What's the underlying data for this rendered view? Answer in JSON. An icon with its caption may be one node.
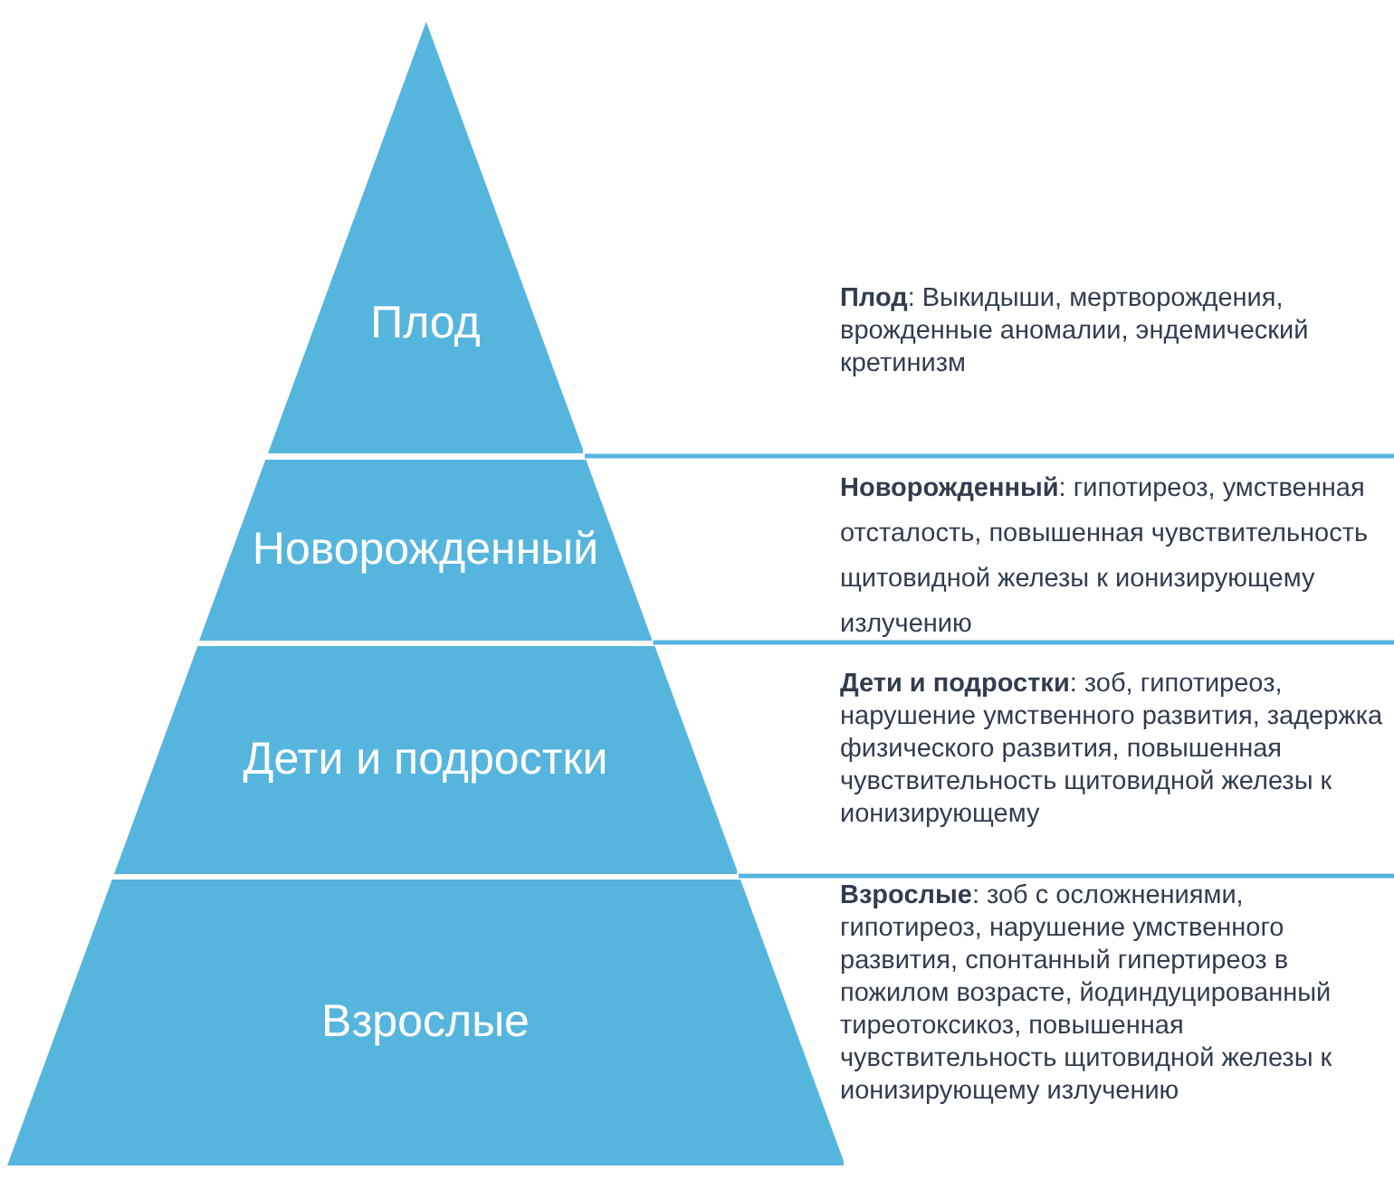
{
  "diagram": {
    "nodes": [
      {
        "text": [
          "Плод"
        ]
      },
      {
        "text": [
          "Новорожденный"
        ]
      },
      {
        "text": [
          "Дети и подростки"
        ]
      },
      {
        "text": [
          "Взрослые"
        ]
      }
    ],
    "labels": [
      "**Плод**: Выкидыши, мертворождения, врожденные аномалии, эндемический кретинизм",
      "**Новорожденный**: гипотиреоз, умственная отсталость, повышенная чувствительность щитовидной железы к ионизирующему излучению",
      "**Дети и подростки**: зоб, гипотиреоз, нарушение умственного развития, задержка физического развития, повышенная чувствительность щитовидной железы к ионизирующему",
      "**Взрослые**: зоб с осложнениями, гипотиреоз, нарушение умственного развития, спонтанный гипертиреоз в пожилом возрасте, йодиндуцированный тиреотоксикоз, повышенная чувствительность щитовидной железы к ионизирующему излучению"
    ]
  }
}
